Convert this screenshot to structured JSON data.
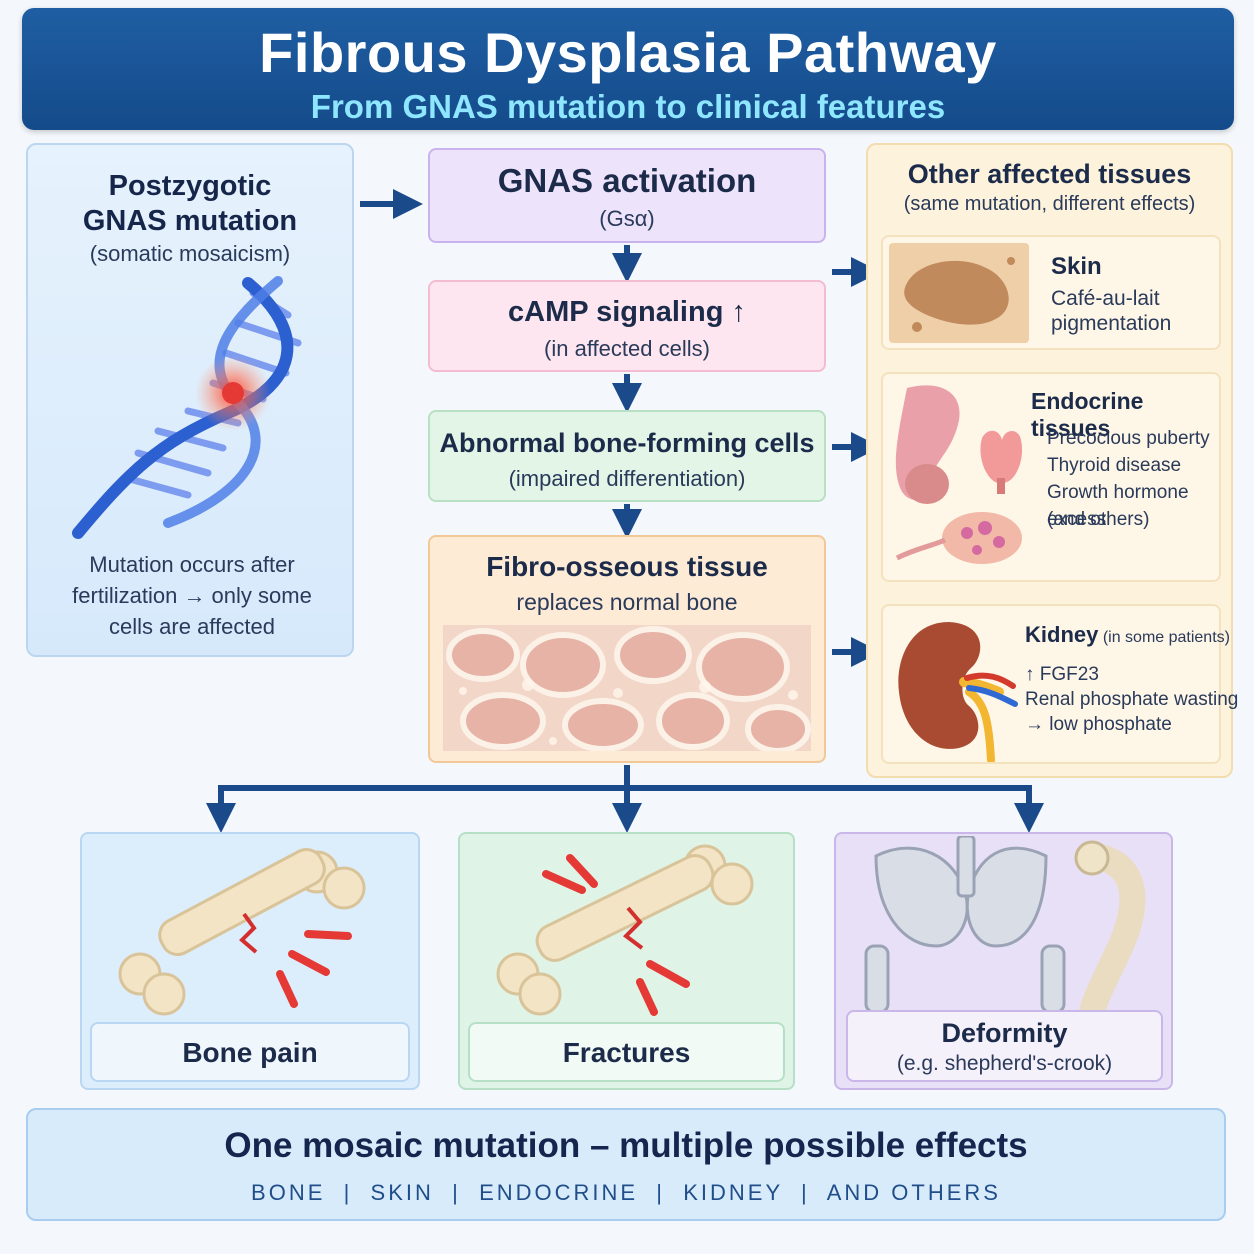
{
  "header": {
    "title": "Fibrous Dysplasia Pathway",
    "subtitle": "From GNAS mutation to clinical features"
  },
  "left_panel": {
    "title_line1": "Postzygotic",
    "title_line2": "GNAS mutation",
    "subtitle": "(somatic mosaicism)",
    "note_line1": "Mutation occurs after",
    "note_line2": "fertilization → only some",
    "note_line3": "cells are affected"
  },
  "flow": {
    "step1_title": "GNAS activation",
    "step1_sub": "(Gsα)",
    "step2_title": "cAMP signaling ↑",
    "step2_sub": "(in affected cells)",
    "step3_title": "Abnormal bone-forming cells",
    "step3_sub": "(impaired differentiation)",
    "step4_title": "Fibro-osseous tissue",
    "step4_sub": "replaces normal bone"
  },
  "right_panel": {
    "title": "Other affected tissues",
    "subtitle": "(same mutation, different effects)",
    "skin": {
      "title": "Skin",
      "line1": "Café-au-lait",
      "line2": "pigmentation"
    },
    "endocrine": {
      "title": "Endocrine tissues",
      "line1": "Precocious puberty",
      "line2": "Thyroid disease",
      "line3": "Growth hormone excess",
      "line4": "(and others)"
    },
    "kidney": {
      "title": "Kidney",
      "qualifier": "(in some patients)",
      "line1": "↑ FGF23",
      "line2": "Renal phosphate wasting",
      "line3": "→ low phosphate"
    }
  },
  "outcomes": {
    "pain": "Bone pain",
    "fractures": "Fractures",
    "deformity": "Deformity",
    "deformity_sub": "(e.g. shepherd's-crook)"
  },
  "footer": {
    "main": "One mosaic mutation – multiple possible effects",
    "tags": "BONE  |  SKIN  |  ENDOCRINE  |  KIDNEY  |  AND OTHERS"
  },
  "colors": {
    "header_bg": "#1a5596",
    "subtitle": "#8ee6ff",
    "arrow": "#1b4a8a",
    "accent_red": "#e53935"
  }
}
